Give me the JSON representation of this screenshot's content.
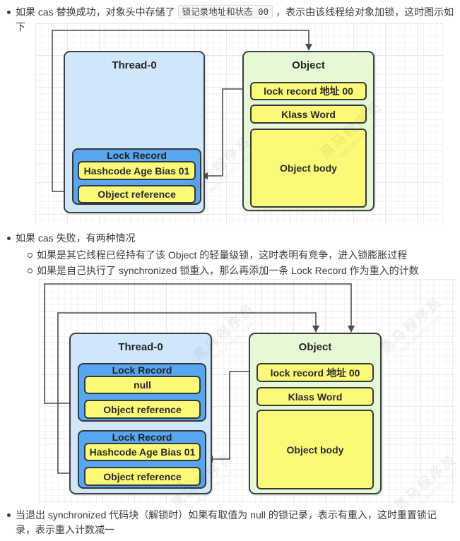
{
  "bullets": {
    "b1_pre": "如果 cas 替换成功，对象头中存储了",
    "b1_code": "锁记录地址和状态 00",
    "b1_post": "，表示由该线程给对象加锁，这时图示如下",
    "b2": "如果 cas 失败，有两种情况",
    "b2_sub1": "如果是其它线程已经持有了该 Object 的轻量级锁，这时表明有竞争，进入锁膨胀过程",
    "b2_sub2": "如果是自己执行了 synchronized 锁重入，那么再添加一条 Lock Record 作为重入的计数",
    "b3": "当退出 synchronized 代码块（解锁时）如果有取值为 null 的锁记录，表示有重入，这时重置锁记录，表示重入计数减一"
  },
  "diagram1": {
    "thread": {
      "title": "Thread-0",
      "lock_record": {
        "title": "Lock Record",
        "rows": [
          "Hashcode Age Bias 01",
          "Object reference"
        ]
      }
    },
    "object": {
      "title": "Object",
      "rows": [
        "lock record 地址 00",
        "Klass Word",
        "Object body"
      ]
    }
  },
  "diagram2": {
    "thread": {
      "title": "Thread-0",
      "lock_records": [
        {
          "title": "Lock Record",
          "rows": [
            "null",
            "Object reference"
          ]
        },
        {
          "title": "Lock Record",
          "rows": [
            "Hashcode Age Bias 01",
            "Object reference"
          ]
        }
      ]
    },
    "object": {
      "title": "Object",
      "rows": [
        "lock record 地址 00",
        "Klass Word",
        "Object body"
      ]
    }
  },
  "watermark": {
    "name": "黑马程序员",
    "site": "www.itheima.com"
  },
  "colors": {
    "thread_box": "#cfe6fb",
    "object_box": "#e5f9d7",
    "lock_record": "#58a5f0",
    "cell": "#fbf978",
    "border": "#3f3f3f",
    "arrow": "#4d4d4d",
    "code_bg": "#f5f6f7"
  }
}
